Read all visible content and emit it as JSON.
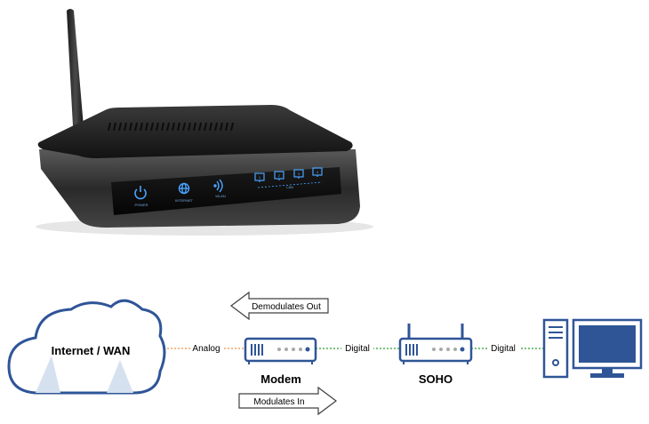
{
  "router_photo": {
    "indicators": [
      {
        "label": "POWER",
        "icon": "power-icon"
      },
      {
        "label": "INTERNET",
        "icon": "globe-icon"
      },
      {
        "label": "WLAN",
        "icon": "wifi-icon"
      }
    ],
    "lan_ports": [
      {
        "label": "1",
        "icon": "monitor-icon"
      },
      {
        "label": "2",
        "icon": "monitor-icon"
      },
      {
        "label": "3",
        "icon": "monitor-icon"
      },
      {
        "label": "4",
        "icon": "monitor-icon"
      }
    ],
    "lan_label": "LAN"
  },
  "diagram": {
    "cloud_label": "Internet / WAN",
    "link_cloud_modem": "Analog",
    "modem_label": "Modem",
    "link_modem_soho": "Digital",
    "soho_label": "SOHO",
    "link_soho_pc": "Digital",
    "arrow_out_label": "Demodulates Out",
    "arrow_in_label": "Modulates In",
    "colors": {
      "stroke": "#2f5597",
      "cloud_fill": "#ffffff",
      "device_fill": "#ffffff",
      "analog_line": "#f4a460",
      "digital_line": "#4caf50",
      "arrow_stroke": "#404040",
      "text": "#000000"
    }
  }
}
